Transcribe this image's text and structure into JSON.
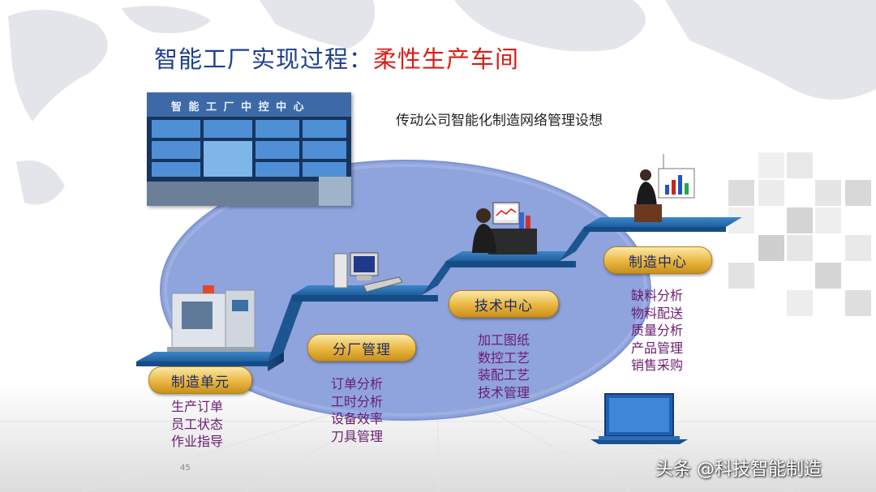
{
  "slide": {
    "title_part1": "智能工厂实现过程：",
    "title_part2": "柔性生产车间",
    "subtitle": "传动公司智能化制造网络管理设想",
    "page_number": "45",
    "watermark": "头条 @科技智能制造"
  },
  "photo": {
    "sign_text": "智 能 工 厂 中 控 中 心"
  },
  "stages": [
    {
      "label": "制造单元",
      "items": [
        "生产订单",
        "员工状态",
        "作业指导"
      ]
    },
    {
      "label": "分厂管理",
      "items": [
        "订单分析",
        "工时分析",
        "设备效率",
        "刀具管理"
      ]
    },
    {
      "label": "技术中心",
      "items": [
        "加工图纸",
        "数控工艺",
        "装配工艺",
        "技术管理"
      ]
    },
    {
      "label": "制造中心",
      "items": [
        "缺料分析",
        "物料配送",
        "质量分析",
        "产品管理",
        "销售采购"
      ]
    }
  ],
  "colors": {
    "title_blue": "#1f3f8e",
    "title_red": "#d91e18",
    "ellipse": "#8fa3dd",
    "stair": "#1f5fa0",
    "badge_gold": "#e9b640",
    "list_text": "#6b1d6f"
  }
}
